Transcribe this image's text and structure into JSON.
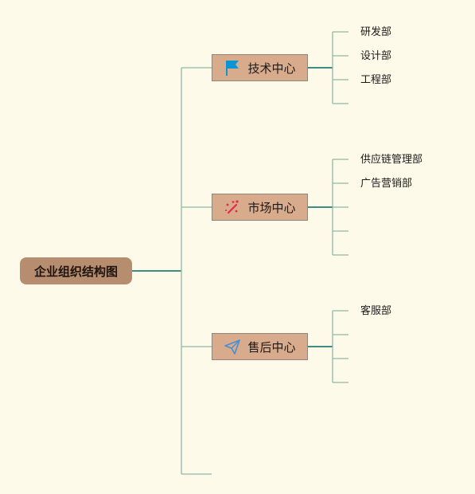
{
  "root": {
    "label": "企业组织结构图"
  },
  "centers": [
    {
      "name": "技术中心",
      "icon": "flag-icon",
      "departments": [
        "研发部",
        "设计部",
        "工程部",
        ""
      ]
    },
    {
      "name": "市场中心",
      "icon": "sparkle-wand-icon",
      "departments": [
        "供应链管理部",
        "广告营销部",
        "",
        "",
        ""
      ]
    },
    {
      "name": "售后中心",
      "icon": "paper-plane-icon",
      "departments": [
        "客服部",
        "",
        "",
        ""
      ]
    }
  ],
  "colors": {
    "background": "#fefae9",
    "root_fill": "#b78d70",
    "center_fill": "#d8ab8d",
    "primary_line": "#3f8b86",
    "secondary_line": "#8fb8a8",
    "flag_icon": "#0c95d4",
    "sparkle_icon": "#e32a46",
    "plane_icon": "#4a8fd0"
  }
}
